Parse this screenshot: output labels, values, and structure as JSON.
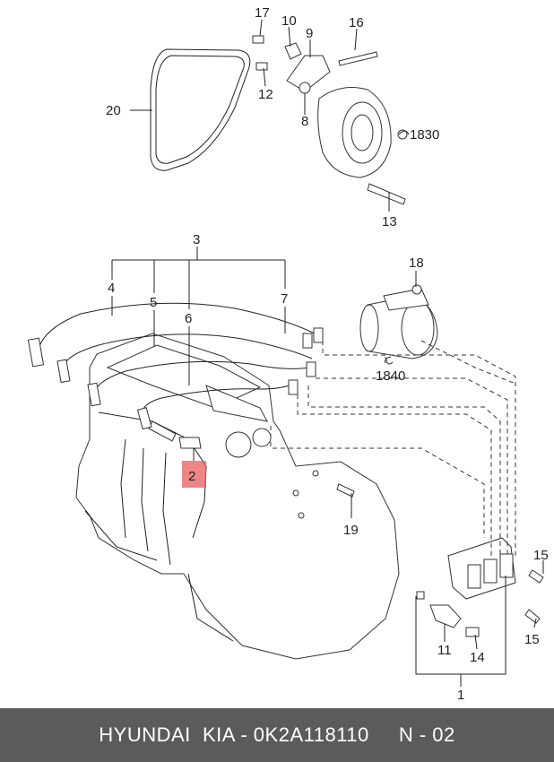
{
  "callouts": {
    "c1": "1",
    "c2": "2",
    "c3": "3",
    "c4": "4",
    "c5": "5",
    "c6": "6",
    "c7": "7",
    "c8": "8",
    "c9": "9",
    "c10": "10",
    "c11": "11",
    "c12": "12",
    "c13": "13",
    "c14": "14",
    "c15a": "15",
    "c15b": "15",
    "c16": "16",
    "c17": "17",
    "c18": "18",
    "c19": "19",
    "c20": "20",
    "ref1830": "1830",
    "ref1840": "1840"
  },
  "highlight": {
    "part": "2",
    "color": "#e95c5c"
  },
  "footer": {
    "text": "HYUNDAI  KIA - 0K2A118110     N - 02",
    "background": "#5b5b5b"
  }
}
